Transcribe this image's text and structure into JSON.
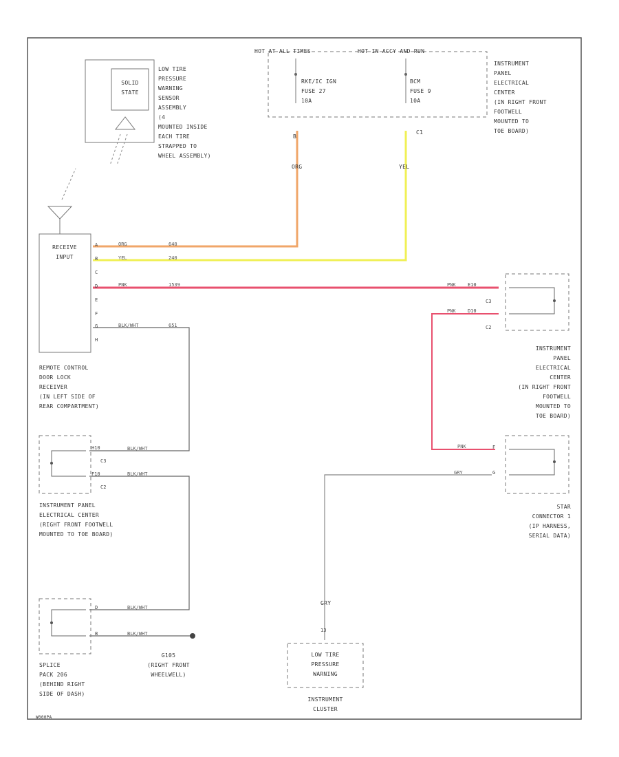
{
  "top_bus": {
    "hot_left": "HOT AT ALL TIMES",
    "hot_right": "HOT IN ACCY AND RUN"
  },
  "fuses": [
    {
      "name": "RKE/IC IGN",
      "fuse": "FUSE 27",
      "amps": "10A"
    },
    {
      "name": "BCM",
      "fuse": "FUSE 9",
      "amps": "10A"
    }
  ],
  "connectors_top": {
    "left": "B",
    "right": "C1"
  },
  "ipec_top_label": "INSTRUMENT\nPANEL\nELECTRICAL\nCENTER\n(IN RIGHT FRONT\nFOOTWELL\nMOUNTED TO\nTOE BOARD)",
  "sensor": {
    "label": "LOW TIRE\nPRESSURE\nWARNING\nSENSOR\nASSEMBLY\n(4\nMOUNTED INSIDE\nEACH TIRE\nSTRAPPED TO\nWHEEL ASSEMBLY)",
    "inner": "SOLID\nSTATE"
  },
  "receiver": {
    "inner": "RECEIVE\nINPUT",
    "label": "REMOTE CONTROL\nDOOR LOCK\nRECEIVER\n(IN LEFT SIDE OF\nREAR COMPARTMENT)",
    "pins": [
      "A",
      "B",
      "C",
      "D",
      "E",
      "F",
      "G",
      "H"
    ]
  },
  "wires": {
    "org": {
      "color": "ORG",
      "circuit": "640"
    },
    "yel": {
      "color": "YEL",
      "circuit": "240"
    },
    "pnk": {
      "color": "PNK",
      "circuit": "1539"
    },
    "blkwht": {
      "color": "BLK/WHT",
      "circuit": "651"
    },
    "gry": {
      "color": "GRY"
    }
  },
  "vertical_wires": {
    "org": "ORG",
    "yel": "YEL",
    "gry_low": "GRY"
  },
  "ipec_right": {
    "pin_top": "E10",
    "pin_bottom": "D10",
    "conn1": "C3",
    "conn2": "C2",
    "label": "INSTRUMENT\nPANEL\nELECTRICAL\nCENTER\n(IN RIGHT FRONT\nFOOTWELL\nMOUNTED TO\nTOE BOARD)"
  },
  "ipec_left": {
    "pin_top": "H10",
    "pin_bottom": "F10",
    "conn1": "C3",
    "conn2": "C2",
    "label": "INSTRUMENT PANEL\nELECTRICAL CENTER\n(RIGHT FRONT FOOTWELL\nMOUNTED TO TOE BOARD)"
  },
  "star_connector": {
    "pin_top": "F",
    "pin_bottom": "G",
    "label": "STAR\nCONNECTOR 1\n(IP HARNESS,\nSERIAL DATA)"
  },
  "splice": {
    "pin_top": "D",
    "pin_bottom": "B",
    "label": "SPLICE\nPACK 206\n(BEHIND RIGHT\nSIDE OF DASH)"
  },
  "ground": {
    "label": "G105\n(RIGHT FRONT\nWHEELWELL)"
  },
  "cluster": {
    "inner": "LOW TIRE\nPRESSURE\nWARNING",
    "label": "INSTRUMENT\nCLUSTER",
    "pin": "13"
  },
  "footer_code": "W000PA"
}
